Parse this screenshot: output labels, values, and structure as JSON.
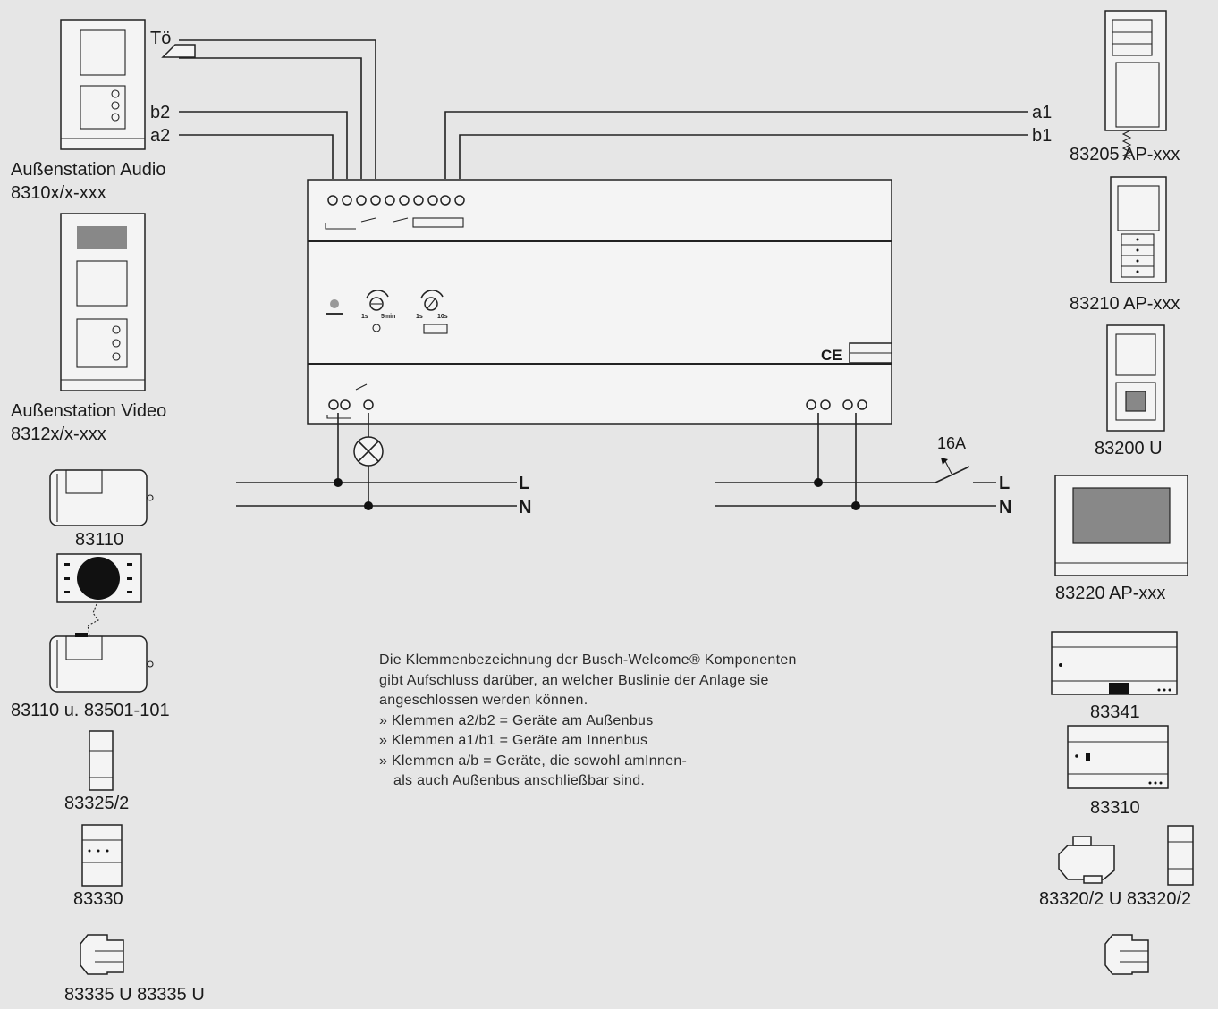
{
  "wires": {
    "toe": "Tö",
    "b2": "b2",
    "a2": "a2",
    "a1": "a1",
    "b1": "b1",
    "L_left": "L",
    "N_left": "N",
    "L_right": "L",
    "N_right": "N",
    "fuse": "16A"
  },
  "devices_left": {
    "audio_name": "Außenstation Audio",
    "audio_code": "8310x/x-xxx",
    "video_name": "Außenstation Video",
    "video_code": "8312x/x-xxx",
    "d83110": "83110",
    "d83110u": "83110 u. 83501-101",
    "d83325": "83325/2",
    "d83330": "83330",
    "d83335": "83335 U 83335 U"
  },
  "devices_right": {
    "d83205": "83205 AP-xxx",
    "d83210": "83210 AP-xxx",
    "d83200": "83200 U",
    "d83220": "83220 AP-xxx",
    "d83341": "83341",
    "d83310": "83310",
    "d83320": "83320/2 U 83320/2"
  },
  "module": {
    "ce_mark": "CE",
    "pot1_left": "1s",
    "pot1_right": "5min",
    "pot2_left": "1s",
    "pot2_right": "10s"
  },
  "info": {
    "line1": "Die Klemmenbezeichnung der Busch-Welcome® Komponenten",
    "line2": "gibt Aufschluss darüber, an welcher Buslinie der Anlage sie",
    "line3": "angeschlossen werden können.",
    "line4": "» Klemmen a2/b2 = Geräte am Außenbus",
    "line5": "» Klemmen a1/b1 = Geräte am Innenbus",
    "line6": "» Klemmen a/b = Geräte, die sowohl amInnen-",
    "line7": "als auch Außenbus anschließbar sind."
  }
}
